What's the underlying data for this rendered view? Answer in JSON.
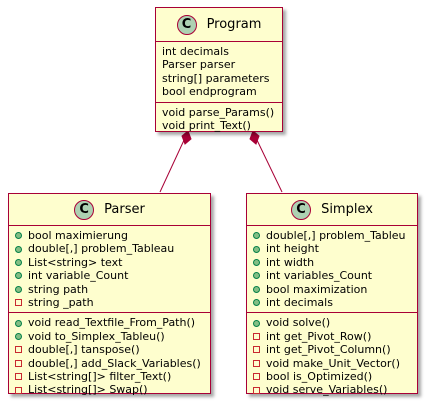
{
  "diagram": {
    "classes": [
      {
        "id": "program",
        "badge": "C",
        "name": "Program",
        "fields": [
          {
            "text": "int decimals",
            "visibility": "none"
          },
          {
            "text": "Parser parser",
            "visibility": "none"
          },
          {
            "text": "string[] parameters",
            "visibility": "none"
          },
          {
            "text": "bool endprogram",
            "visibility": "none"
          }
        ],
        "methods": [
          {
            "text": "void parse_Params()",
            "visibility": "none"
          },
          {
            "text": "void print_Text()",
            "visibility": "none"
          }
        ]
      },
      {
        "id": "parser",
        "badge": "C",
        "name": "Parser",
        "fields": [
          {
            "text": "bool maximierung",
            "visibility": "public"
          },
          {
            "text": "double[,] problem_Tableau",
            "visibility": "public"
          },
          {
            "text": "List<string> text",
            "visibility": "public"
          },
          {
            "text": "int variable_Count",
            "visibility": "public"
          },
          {
            "text": "string path",
            "visibility": "public"
          },
          {
            "text": "string _path",
            "visibility": "private"
          }
        ],
        "methods": [
          {
            "text": "void read_Textfile_From_Path()",
            "visibility": "public"
          },
          {
            "text": "void to_Simplex_Tableu()",
            "visibility": "public"
          },
          {
            "text": "double[,] tanspose()",
            "visibility": "private"
          },
          {
            "text": "double[,] add_Slack_Variables()",
            "visibility": "private"
          },
          {
            "text": "List<string[]> filter_Text()",
            "visibility": "private"
          },
          {
            "text": "List<string[]> Swap()",
            "visibility": "private"
          }
        ]
      },
      {
        "id": "simplex",
        "badge": "C",
        "name": "Simplex",
        "fields": [
          {
            "text": "double[,] problem_Tableu",
            "visibility": "public"
          },
          {
            "text": "int height",
            "visibility": "public"
          },
          {
            "text": "int width",
            "visibility": "public"
          },
          {
            "text": "int variables_Count",
            "visibility": "public"
          },
          {
            "text": "bool maximization",
            "visibility": "public"
          },
          {
            "text": "int decimals",
            "visibility": "public"
          }
        ],
        "methods": [
          {
            "text": "void solve()",
            "visibility": "public"
          },
          {
            "text": "int get_Pivot_Row()",
            "visibility": "private"
          },
          {
            "text": "int get_Pivot_Column()",
            "visibility": "private"
          },
          {
            "text": "void make_Unit_Vector()",
            "visibility": "private"
          },
          {
            "text": "bool is_Optimized()",
            "visibility": "private"
          },
          {
            "text": "void serve_Variables()",
            "visibility": "private"
          }
        ]
      }
    ],
    "relations": [
      {
        "from": "program",
        "to": "parser",
        "type": "composition"
      },
      {
        "from": "program",
        "to": "simplex",
        "type": "composition"
      }
    ],
    "colors": {
      "border": "#a80036",
      "fill": "#fefece",
      "badge": "#add1b2",
      "public": "#84be84",
      "private": "#c82930"
    }
  }
}
